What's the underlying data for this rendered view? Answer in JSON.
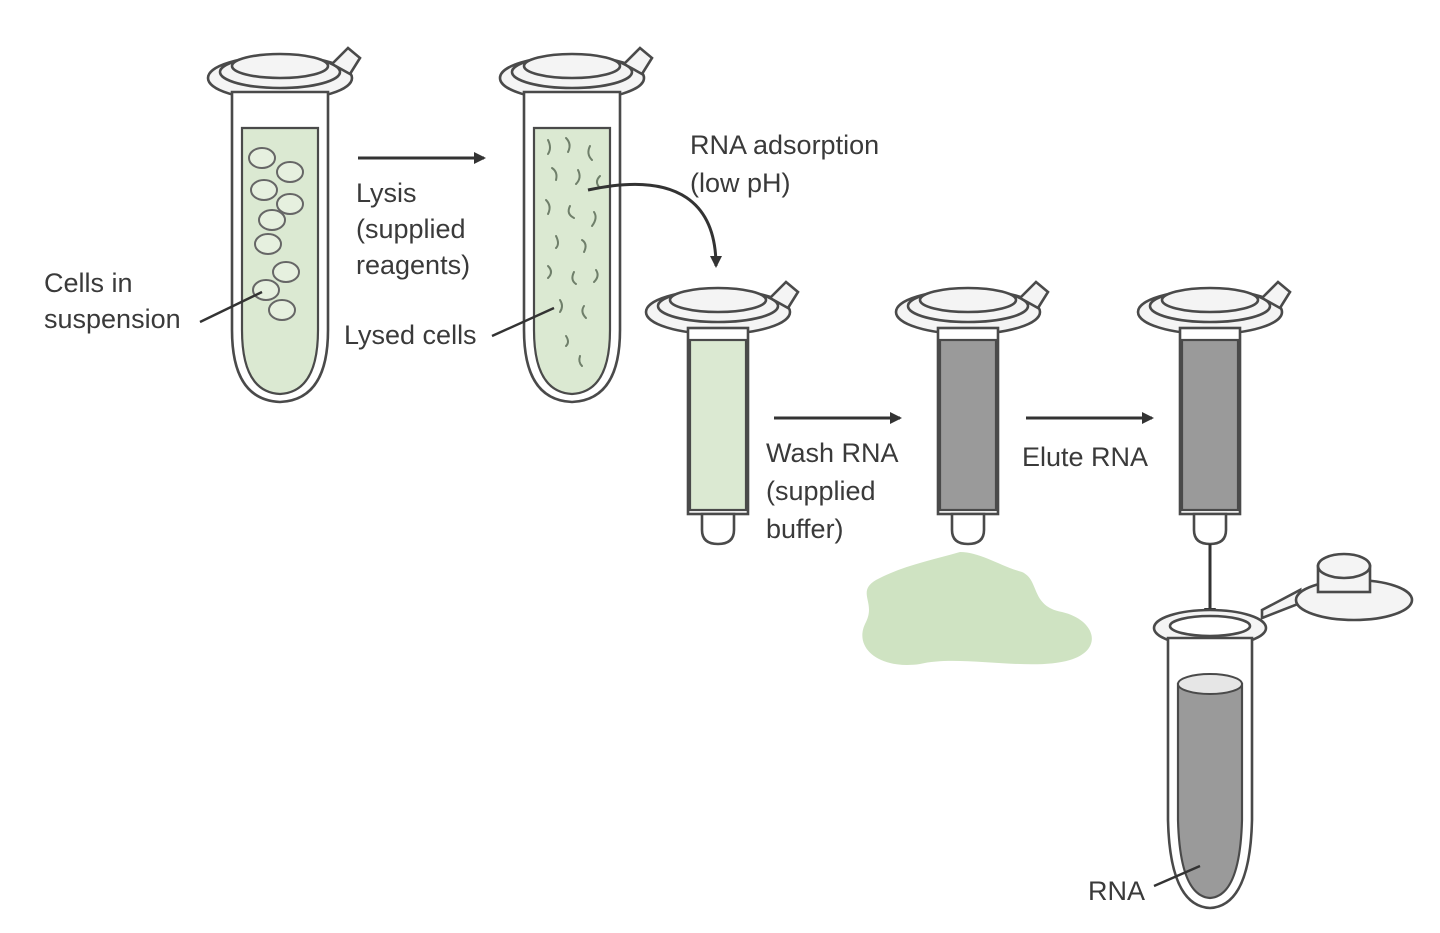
{
  "labels": {
    "cells_in_suspension": [
      "Cells in",
      "suspension"
    ],
    "lysis": [
      "Lysis",
      "(supplied",
      "reagents)"
    ],
    "lysed_cells": "Lysed cells",
    "rna_adsorption": [
      "RNA adsorption",
      "(low pH)"
    ],
    "wash_rna": [
      "Wash RNA",
      "(supplied",
      "buffer)"
    ],
    "elute_rna": "Elute RNA",
    "rna": "RNA"
  },
  "colors": {
    "liquid_green": "#dbe9d2",
    "column_gray": "#9a9a9a",
    "outline": "#4a4a4a",
    "spill_green": "#cfe3c2"
  }
}
